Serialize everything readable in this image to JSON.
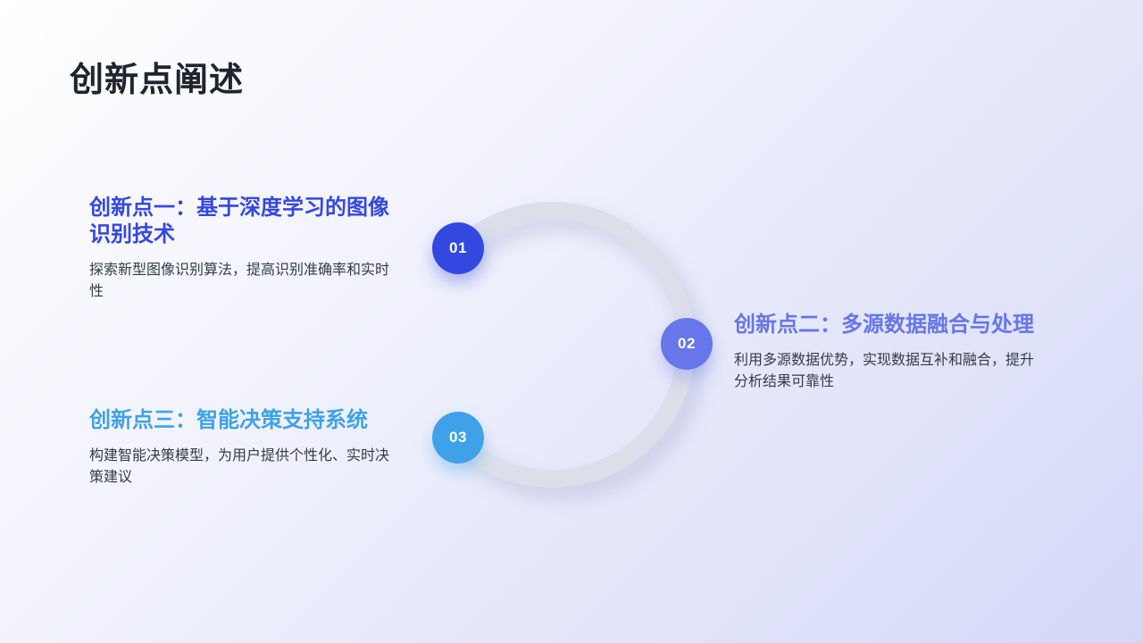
{
  "slide": {
    "title": "创新点阐述"
  },
  "colors": {
    "title_text": "#20242c",
    "body_text": "#343b46",
    "ring": "#dcdfe9",
    "background_start": "#ffffff",
    "background_end": "#d3d8f7",
    "accent_block1": "#3348e1",
    "accent_block2": "#6776e9",
    "accent_block3": "#3fa2e8"
  },
  "blocks": [
    {
      "number": "01",
      "title_lines": [
        "创新点一：基于深度学习的图像",
        "识别技术"
      ],
      "body_lines": [
        "探索新型图像识别算法，提高识别准确率和实时",
        "性"
      ]
    },
    {
      "number": "02",
      "title_lines": [
        "创新点二：多源数据融合与处理",
        ""
      ],
      "body_lines": [
        "利用多源数据优势，实现数据互补和融合，提升",
        "分析结果可靠性"
      ]
    },
    {
      "number": "03",
      "title_lines": [
        "创新点三：智能决策支持系统",
        ""
      ],
      "body_lines": [
        "构建智能决策模型，为用户提供个性化、实时决",
        "策建议"
      ]
    }
  ]
}
